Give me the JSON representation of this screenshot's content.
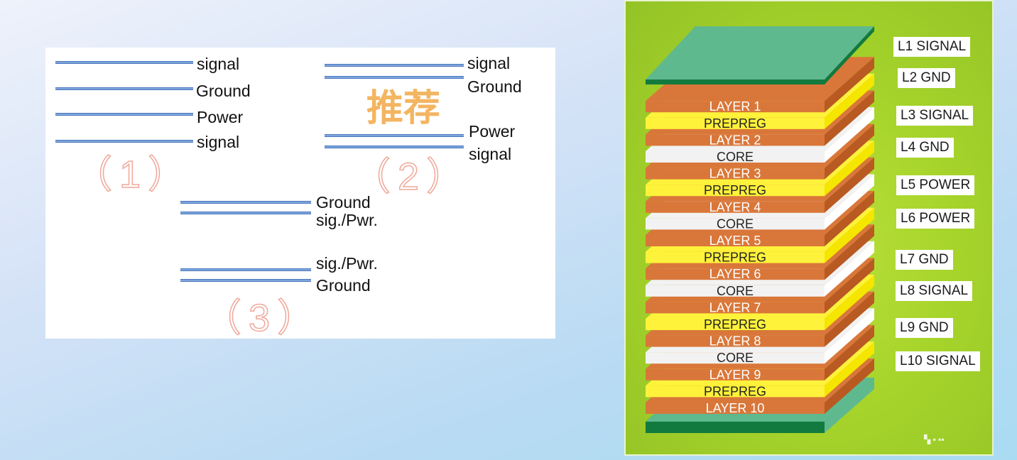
{
  "diagram1": {
    "labels": [
      "signal",
      "Ground",
      "Power",
      "signal"
    ],
    "caption": "（1）"
  },
  "diagram2": {
    "labels": [
      "signal",
      "Ground",
      "Power",
      "signal"
    ],
    "recommended": "推荐",
    "caption": "（2）"
  },
  "diagram3": {
    "labels": [
      "Ground",
      "sig./Pwr.",
      "sig./Pwr.",
      "Ground"
    ],
    "caption": "（3）"
  },
  "stackup": {
    "layers": [
      {
        "text": "LAYER 1",
        "kind": "copper"
      },
      {
        "text": "PREPREG",
        "kind": "prepreg"
      },
      {
        "text": "LAYER 2",
        "kind": "copper"
      },
      {
        "text": "CORE",
        "kind": "core"
      },
      {
        "text": "LAYER 3",
        "kind": "copper"
      },
      {
        "text": "PREPREG",
        "kind": "prepreg"
      },
      {
        "text": "LAYER 4",
        "kind": "copper"
      },
      {
        "text": "CORE",
        "kind": "core"
      },
      {
        "text": "LAYER 5",
        "kind": "copper"
      },
      {
        "text": "PREPREG",
        "kind": "prepreg"
      },
      {
        "text": "LAYER 6",
        "kind": "copper"
      },
      {
        "text": "CORE",
        "kind": "core"
      },
      {
        "text": "LAYER 7",
        "kind": "copper"
      },
      {
        "text": "PREPREG",
        "kind": "prepreg"
      },
      {
        "text": "LAYER 8",
        "kind": "copper"
      },
      {
        "text": "CORE",
        "kind": "core"
      },
      {
        "text": "LAYER 9",
        "kind": "copper"
      },
      {
        "text": "PREPREG",
        "kind": "prepreg"
      },
      {
        "text": "LAYER 10",
        "kind": "copper"
      }
    ],
    "tags": [
      "L1 SIGNAL",
      "L2 GND",
      "L3 SIGNAL",
      "L4 GND",
      "L5 POWER",
      "L6 POWER",
      "L7 GND",
      "L8 SIGNAL",
      "L9 GND",
      "L10 SIGNAL"
    ],
    "colors": {
      "copper_top": "#b85a22",
      "copper_side": "#d9773a",
      "prepreg_top": "#f5e600",
      "prepreg_side": "#fff23a",
      "core_top": "#ffffff",
      "core_side": "#f2f2f2",
      "mask_top": "#5fb98f",
      "mask_side": "#127a3e"
    }
  }
}
